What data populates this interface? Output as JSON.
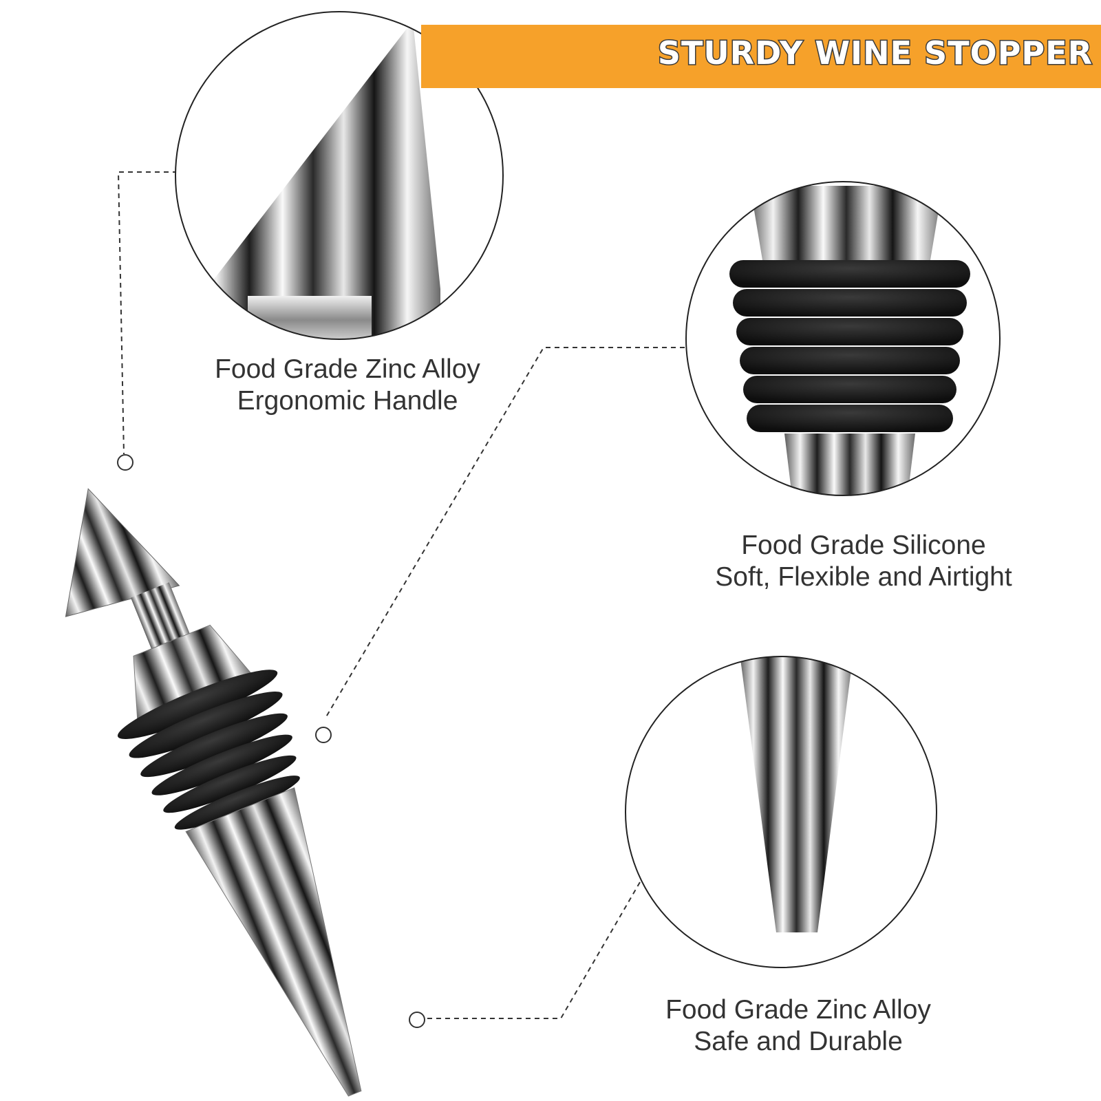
{
  "banner": {
    "title": "STURDY WINE STOPPER",
    "color": "#F6A12A"
  },
  "callouts": [
    {
      "name": "handle",
      "line1": "Food Grade Zinc Alloy",
      "line2": "Ergonomic Handle"
    },
    {
      "name": "silicone",
      "line1": "Food Grade Silicone",
      "line2": "Soft, Flexible and Airtight"
    },
    {
      "name": "tip",
      "line1": "Food Grade Zinc Alloy",
      "line2": "Safe and Durable"
    }
  ],
  "colors": {
    "chrome_light": "#f4f4f4",
    "chrome_dark": "#1c1c1c",
    "silicone": "#151515",
    "text": "#333333"
  }
}
